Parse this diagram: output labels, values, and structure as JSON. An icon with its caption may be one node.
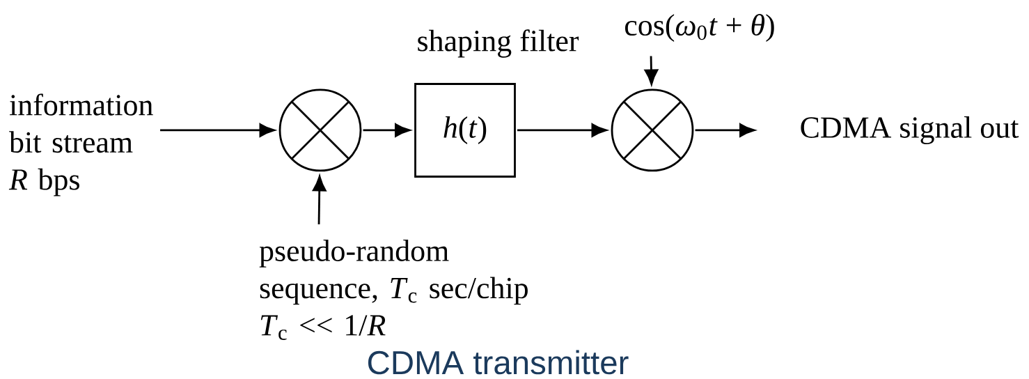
{
  "diagram": {
    "caption": "CDMA transmitter",
    "nodes": [
      {
        "text": [
          "information bit stream *R* bps"
        ]
      },
      {
        "text": [],
        "shape": "circle"
      },
      {
        "text": [
          "shaping  filter",
          "*h*(*t*)"
        ]
      },
      {
        "text": [],
        "shape": "circle"
      },
      {
        "text": [
          "CDMA signal out"
        ]
      },
      {
        "text": [
          "pseudo-random sequence, *T*$_{c}$ sec/chip *T*$_{c}$ << 1/*R*"
        ]
      },
      {
        "text": [
          "cos(*ω*$_{0}$*t* + *θ*)"
        ]
      }
    ],
    "edges": [
      {
        "from": 0,
        "to": 1,
        "arrow": "to"
      },
      {
        "from": 1,
        "to": 2,
        "arrow": "to"
      },
      {
        "from": 2,
        "to": 3,
        "arrow": "to"
      },
      {
        "from": 3,
        "to": 4,
        "arrow": "to"
      },
      {
        "from": 5,
        "to": 1,
        "arrow": "to"
      },
      {
        "from": 6,
        "to": 3,
        "arrow": "to"
      }
    ]
  }
}
